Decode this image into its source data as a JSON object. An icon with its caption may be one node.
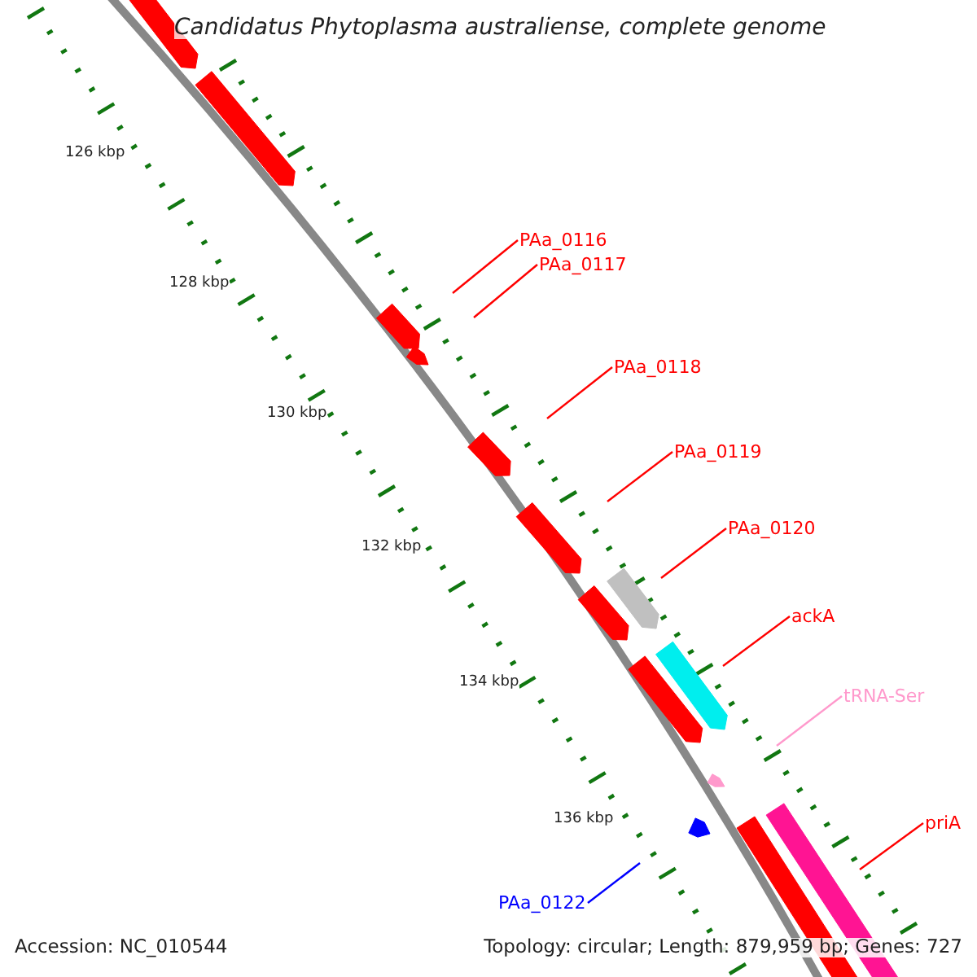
{
  "diagram": {
    "title": "Candidatus Phytoplasma australiense, complete genome",
    "nodes": [
      {
        "text": [
          "PAa_0116"
        ]
      },
      {
        "text": [
          "PAa_0117"
        ]
      },
      {
        "text": [
          "PAa_0118"
        ]
      },
      {
        "text": [
          "PAa_0119"
        ]
      },
      {
        "text": [
          "PAa_0120"
        ]
      },
      {
        "text": [
          "ackA"
        ]
      },
      {
        "text": [
          "tRNA-Ser"
        ]
      },
      {
        "text": [
          "priA"
        ]
      },
      {
        "text": [
          "PAa_0122"
        ]
      }
    ],
    "edges": [
      {
        "from": 0,
        "to": null,
        "arrow": "none"
      },
      {
        "from": 1,
        "to": null,
        "arrow": "none"
      },
      {
        "from": 2,
        "to": null,
        "arrow": "none"
      },
      {
        "from": 3,
        "to": null,
        "arrow": "none"
      },
      {
        "from": 4,
        "to": null,
        "arrow": "none"
      },
      {
        "from": 5,
        "to": null,
        "arrow": "none"
      },
      {
        "from": 6,
        "to": null,
        "arrow": "none",
        "color": "#ff99cc"
      },
      {
        "from": 7,
        "to": null,
        "arrow": "none"
      },
      {
        "from": 8,
        "to": null,
        "arrow": "none",
        "color": "#0000ff"
      }
    ],
    "labels": [
      "126 kbp",
      "128 kbp",
      "130 kbp",
      "132 kbp",
      "134 kbp",
      "136 kbp",
      "Accession: NC_010544",
      "Topology: circular; Length: 879,959 bp; Genes: 727"
    ]
  }
}
